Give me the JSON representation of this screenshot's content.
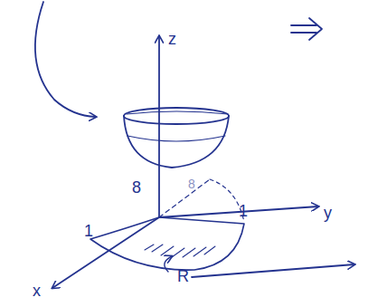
{
  "diagram": {
    "labels": [
      "z",
      "y",
      "x",
      "1",
      "1",
      "8",
      "8",
      "R"
    ]
  }
}
